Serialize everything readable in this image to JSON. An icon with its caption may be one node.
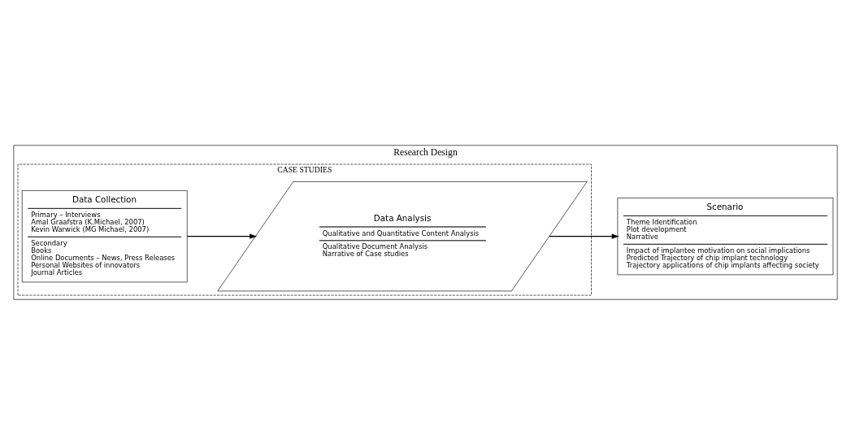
{
  "diagram": {
    "nodes": [
      {
        "text": [
          "Research Design"
        ]
      },
      {
        "text": [
          "CASE STUDIES"
        ],
        "in": 0
      },
      {
        "text": [
          "Data Collection",
          "Primary – Interviews",
          "Amal Graafstra (K.Michael, 2007)",
          "Kevin Warwick (MG Michael, 2007)",
          "Secondary",
          "Books",
          "Online Documents – News, Press Releases",
          "Personal Websites of innovators",
          "Journal Articles"
        ],
        "in": 1
      },
      {
        "text": [
          "Data Analysis",
          "Qualitative and Quantitative Content Analysis",
          "Qualitative Document Analysis",
          "Narrative of Case studies"
        ],
        "in": 1
      },
      {
        "text": [
          "Scenario",
          "Theme Identification",
          "Plot development",
          "Narrative",
          "Impact of implantee motivation on social implications",
          "Predicted Trajectory of chip implant technology",
          "Trajectory applications of chip implants affecting society"
        ],
        "in": 0
      }
    ],
    "edges": [
      {
        "from": 2,
        "to": 3,
        "arrow": "to"
      },
      {
        "from": 3,
        "to": 4,
        "arrow": "to"
      }
    ]
  }
}
